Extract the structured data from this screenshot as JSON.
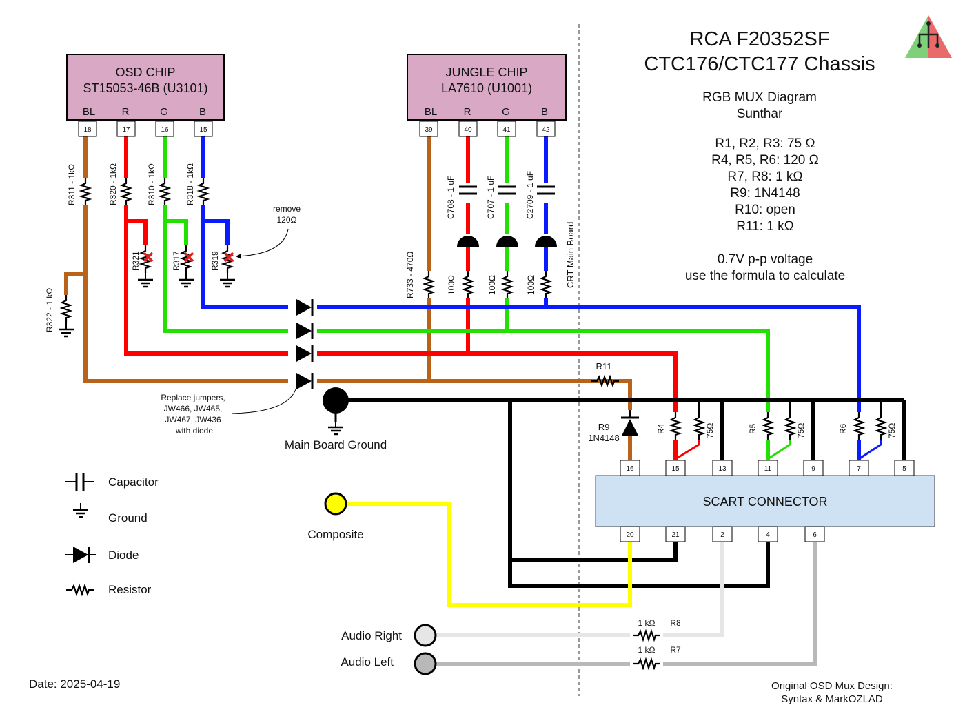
{
  "header": {
    "title_line1": "RCA F20352SF",
    "title_line2": "CTC176/CTC177 Chassis",
    "subtitle": "RGB MUX Diagram",
    "author": "Sunthar",
    "specs": [
      "R1, R2, R3: 75 Ω",
      "R4, R5, R6: 120 Ω",
      "R7, R8: 1 kΩ",
      "R9: 1N4148",
      "R10: open",
      "R11: 1 kΩ"
    ],
    "note_line1": "0.7V p-p voltage",
    "note_line2": "use the formula to calculate",
    "logo_icon": "circuit-logo-icon"
  },
  "osd_chip": {
    "line1": "OSD CHIP",
    "line2": "ST15053-46B  (U3101)",
    "pin_labels": [
      "BL",
      "R",
      "G",
      "B"
    ],
    "pins": [
      "18",
      "17",
      "16",
      "15"
    ]
  },
  "jungle_chip": {
    "line1": "JUNGLE CHIP",
    "line2": "LA7610 (U1001)",
    "pin_labels": [
      "BL",
      "R",
      "G",
      "B"
    ],
    "pins": [
      "39",
      "40",
      "41",
      "42"
    ]
  },
  "resistors": {
    "r311": "R311 - 1kΩ",
    "r320": "R320 - 1kΩ",
    "r310": "R310 - 1kΩ",
    "r318": "R318 - 1kΩ",
    "r322": "R322 - 1 kΩ",
    "r321": "R321",
    "r317": "R317",
    "r319": "R319",
    "r733": "R733 - 470Ω",
    "jr1": "100Ω",
    "jr2": "100Ω",
    "jr3": "100Ω",
    "r11": "R11",
    "r4": "R4",
    "r5": "R5",
    "r6": "R6",
    "r75a": "75Ω",
    "r75b": "75Ω",
    "r75c": "75Ω",
    "r8_val": "1 kΩ",
    "r8": "R8",
    "r7_val": "1 kΩ",
    "r7": "R7"
  },
  "capacitors": {
    "c708": "C708  -  1 uF",
    "c707": "C707  -  1 uF",
    "c2709": "C2709  -  1 uF"
  },
  "diode": {
    "r9": "R9",
    "part": "1N4148"
  },
  "annotations": {
    "remove_line1": "remove",
    "remove_line2": "120Ω",
    "replace_line1": "Replace jumpers,",
    "replace_line2": "JW466, JW465,",
    "replace_line3": "JW467, JW436",
    "replace_line4": "with diode",
    "crt_board": "CRT Main Board",
    "main_ground": "Main Board Ground",
    "composite": "Composite",
    "audio_right": "Audio Right",
    "audio_left": "Audio Left"
  },
  "scart": {
    "label": "SCART CONNECTOR",
    "top_pins": [
      "16",
      "15",
      "13",
      "11",
      "9",
      "7",
      "5"
    ],
    "bottom_pins": [
      "20",
      "21",
      "2",
      "4",
      "6"
    ]
  },
  "legend": {
    "capacitor": "Capacitor",
    "ground": "Ground",
    "diode": "Diode",
    "resistor": "Resistor"
  },
  "footer": {
    "date": "Date: 2025-04-19",
    "credit_line1": "Original OSD Mux Design:",
    "credit_line2": "Syntax & MarkOZLAD"
  },
  "colors": {
    "brown": "#b8621a",
    "red": "#ff0000",
    "green": "#22e000",
    "blue": "#0a1cff",
    "black": "#000000",
    "yellow": "#ffff00",
    "white_wire": "#e6e6e6",
    "grey_wire": "#b8b8b8",
    "chip_fill": "#d8a8c4",
    "scart_fill": "#cfe2f3"
  }
}
